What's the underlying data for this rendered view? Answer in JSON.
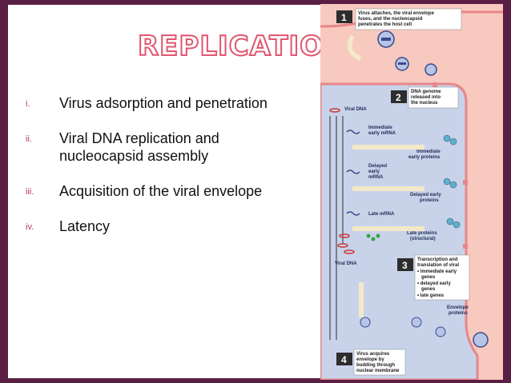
{
  "slide": {
    "title": "REPLICATION",
    "items": [
      {
        "num": "i.",
        "text": "Virus adsorption and penetration"
      },
      {
        "num": "ii.",
        "text": "Viral DNA replication and nucleocapsid assembly"
      },
      {
        "num": "iii.",
        "text": "Acquisition of the viral envelope"
      },
      {
        "num": "iv.",
        "text": "Latency"
      }
    ]
  },
  "diagram": {
    "step1": {
      "num": "1",
      "lines": [
        "Virus attaches, the viral envelope",
        "fuses, and the nucleocapsid",
        "penetrates the host cell"
      ]
    },
    "step2": {
      "num": "2",
      "lines": [
        "DNA genome",
        "released into",
        "the nucleus"
      ]
    },
    "step3": {
      "num": "3",
      "lines": [
        "Transcription and",
        "translation of viral",
        "• immediate early",
        "genes",
        "• delayed early",
        "genes",
        "• late genes"
      ]
    },
    "step4": {
      "num": "4",
      "lines": [
        "Virus acquires",
        "envelope by",
        "budding through",
        "nuclear membrane"
      ]
    },
    "labels": {
      "viral_dna_1": "Viral DNA",
      "imm_mrna": [
        "Immediate",
        "early mRNA"
      ],
      "imm_proteins": [
        "Immediate",
        "early proteins"
      ],
      "del_mrna": [
        "Delayed",
        "early",
        "mRNA"
      ],
      "del_proteins": [
        "Delayed early",
        "proteins"
      ],
      "late_mrna": "Late mRNA",
      "late_proteins": [
        "Late proteins",
        "(structural)"
      ],
      "viral_dna_2": "Viral DNA",
      "env_proteins": [
        "Envelope",
        "proteins"
      ]
    },
    "colors": {
      "cytoplasm": "#f7c9bf",
      "nucleus": "#c8d3ea",
      "membrane": "#e8868a",
      "arrow": "#f4e8c8",
      "frame": "#5b1f43",
      "title": "#e0566f"
    }
  }
}
